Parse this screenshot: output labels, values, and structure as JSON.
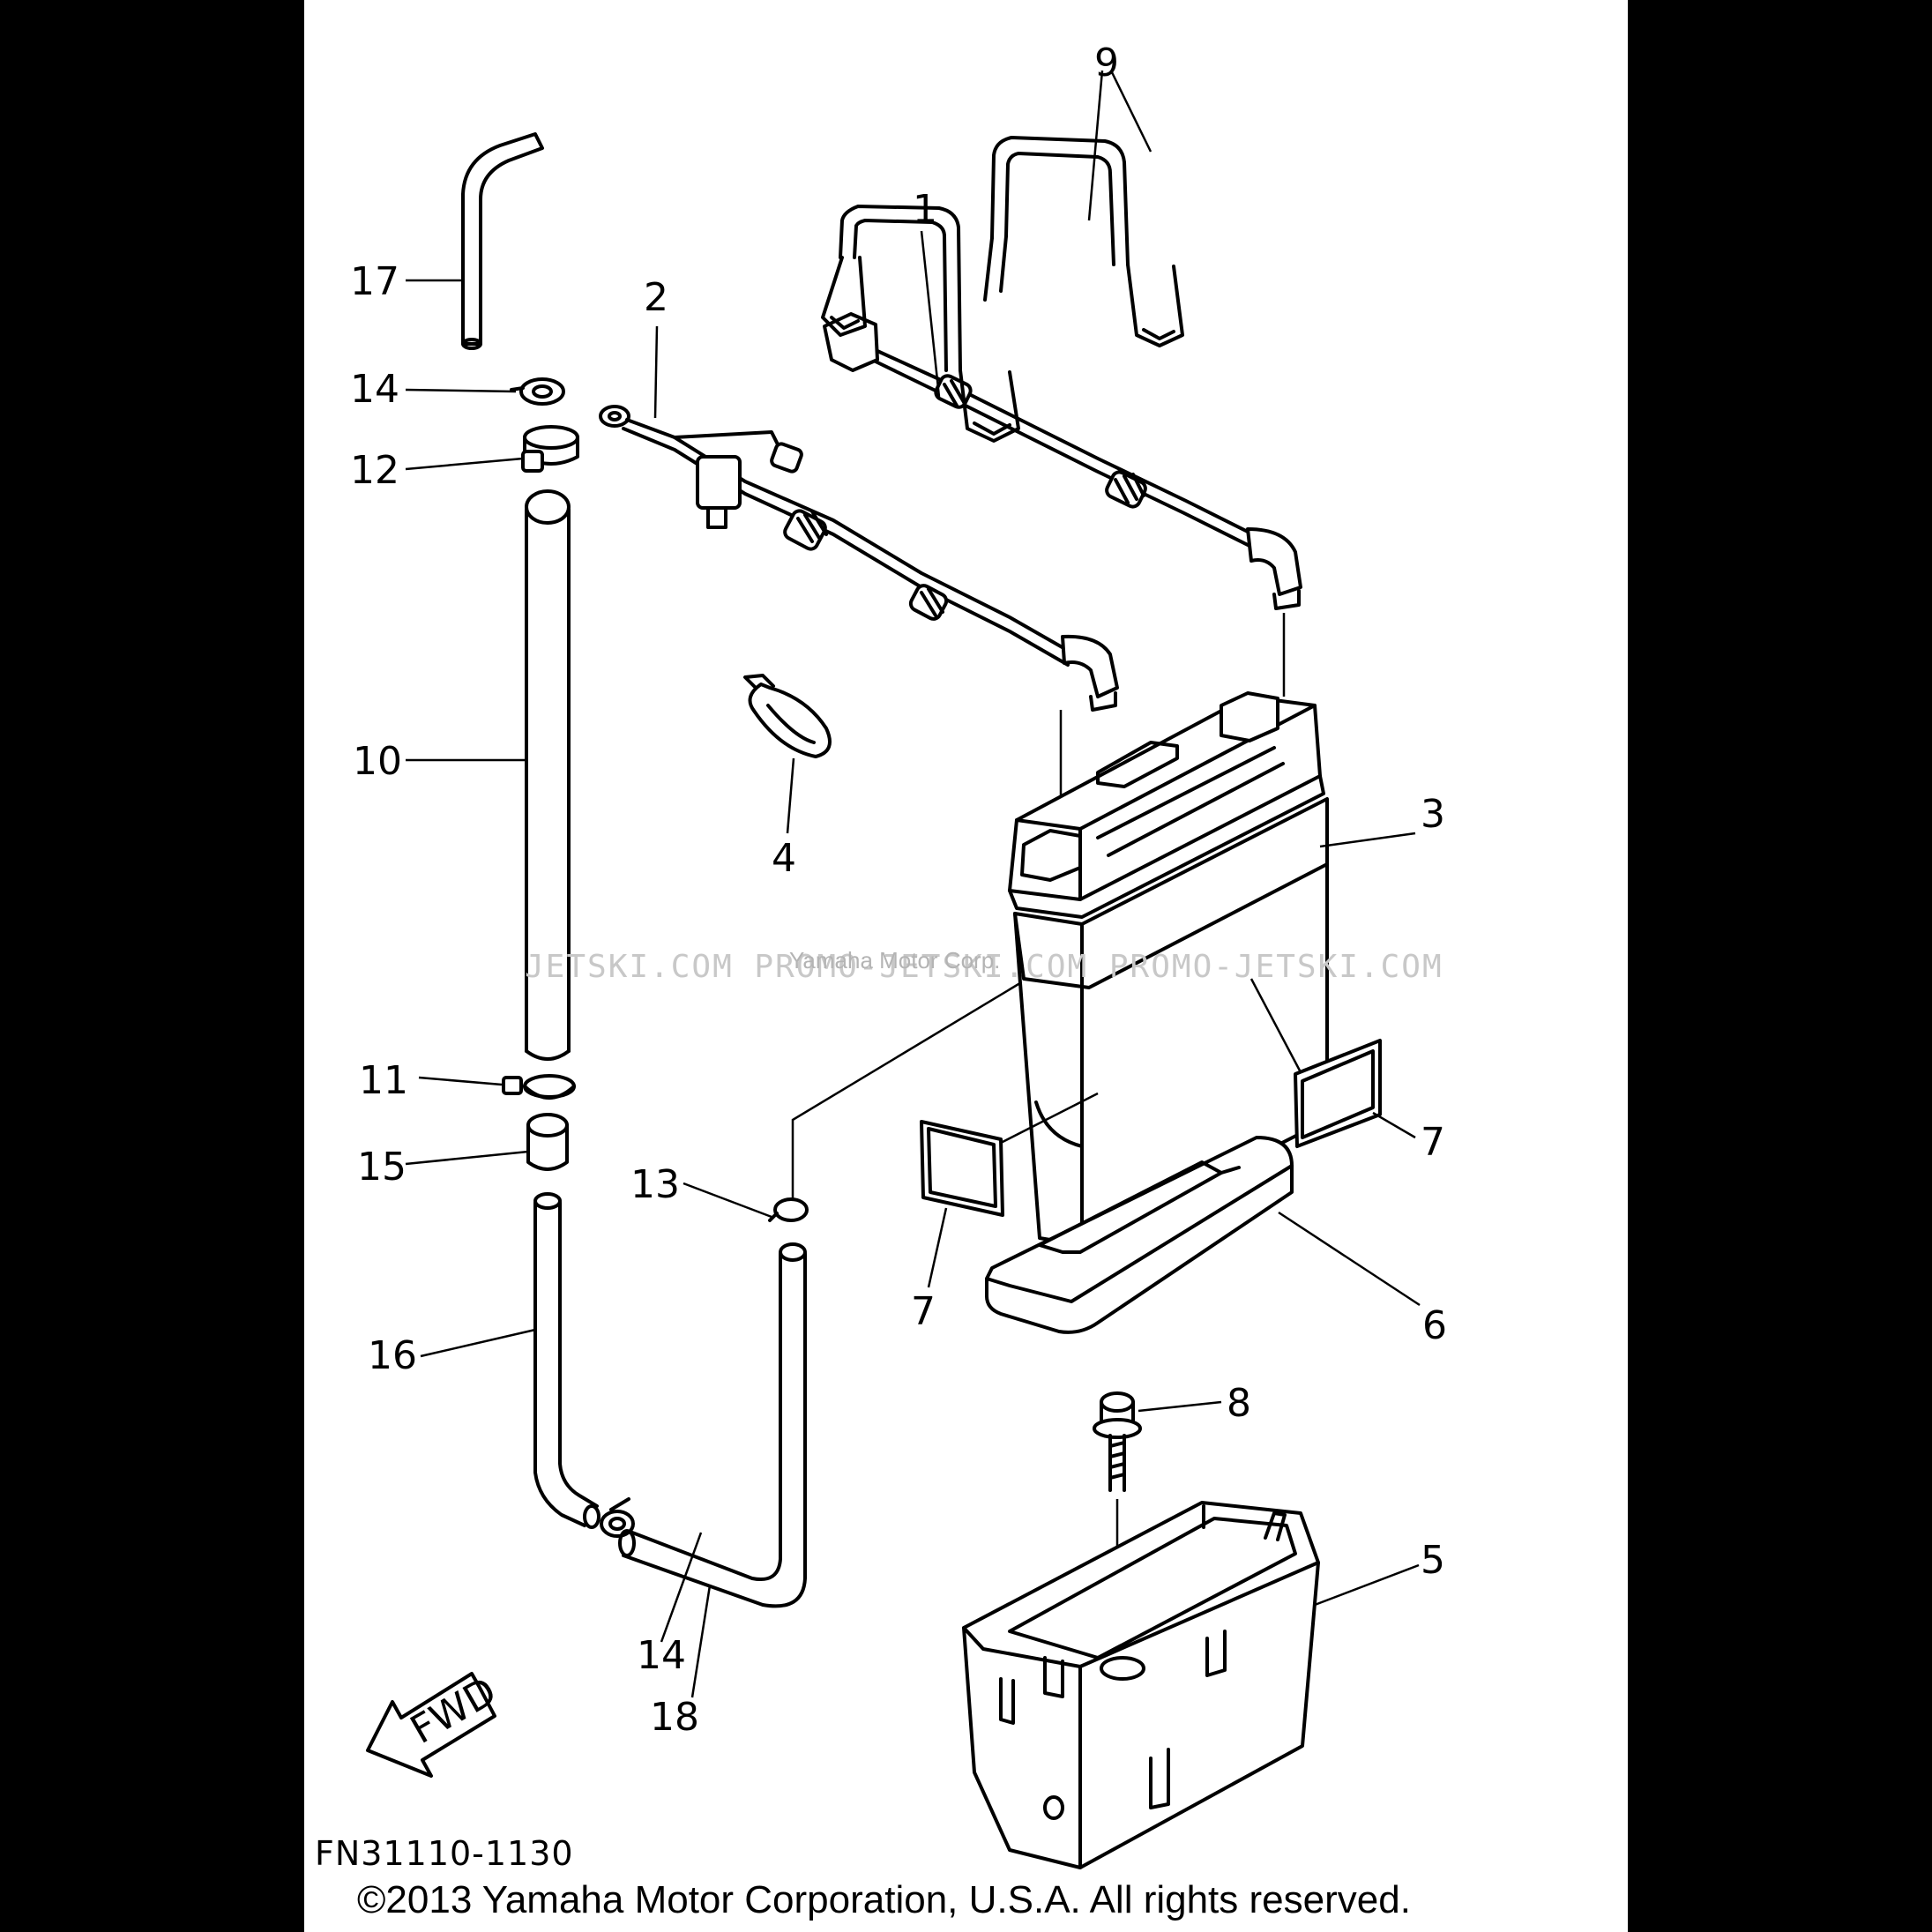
{
  "diagram": {
    "callouts": [
      {
        "id": "1",
        "label": "1"
      },
      {
        "id": "2",
        "label": "2"
      },
      {
        "id": "3",
        "label": "3"
      },
      {
        "id": "4",
        "label": "4"
      },
      {
        "id": "5",
        "label": "5"
      },
      {
        "id": "6",
        "label": "6"
      },
      {
        "id": "7a",
        "label": "7"
      },
      {
        "id": "7b",
        "label": "7"
      },
      {
        "id": "8",
        "label": "8"
      },
      {
        "id": "9",
        "label": "9"
      },
      {
        "id": "10",
        "label": "10"
      },
      {
        "id": "11",
        "label": "11"
      },
      {
        "id": "12",
        "label": "12"
      },
      {
        "id": "13",
        "label": "13"
      },
      {
        "id": "14a",
        "label": "14"
      },
      {
        "id": "14b",
        "label": "14"
      },
      {
        "id": "15",
        "label": "15"
      },
      {
        "id": "16",
        "label": "16"
      },
      {
        "id": "17",
        "label": "17"
      },
      {
        "id": "18",
        "label": "18"
      }
    ],
    "fwd_label": "FWD",
    "drawing_number": "FN31110-1130",
    "watermark": "JETSKI.COM   PROMO-JETSKI.COM   PROMO-JETSKI.COM",
    "watermark_small": "Yamaha Motor Corp.",
    "copyright": "©2013 Yamaha Motor Corporation, U.S.A. All rights reserved."
  }
}
